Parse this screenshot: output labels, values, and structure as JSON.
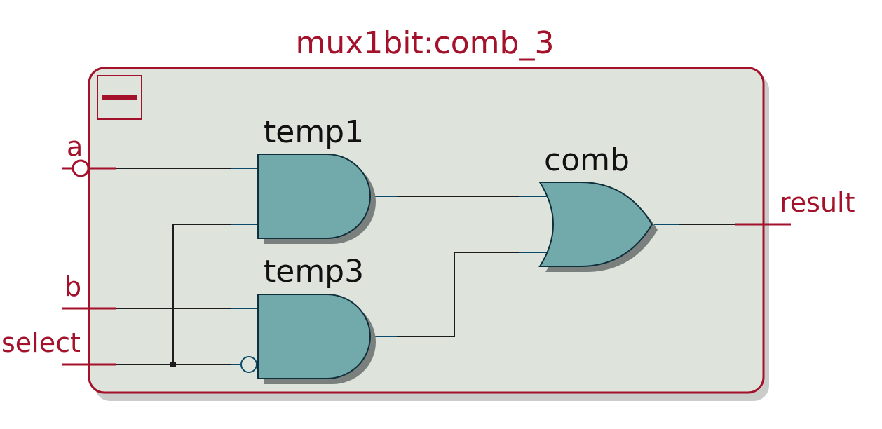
{
  "module": {
    "title": "mux1bit:comb_3"
  },
  "ports": {
    "a": "a",
    "b": "b",
    "select": "select",
    "result": "result"
  },
  "gates": {
    "temp1": {
      "label": "temp1",
      "type": "AND"
    },
    "temp3": {
      "label": "temp3",
      "type": "AND"
    },
    "comb": {
      "label": "comb",
      "type": "OR"
    }
  },
  "colors": {
    "border": "#a3112a",
    "module_fill": "#dee4dc",
    "gate_fill": "#72aaac",
    "wire": "#1c1c1c",
    "pin": "#0b4a68"
  },
  "icons": {
    "collapse": "minus-icon"
  }
}
